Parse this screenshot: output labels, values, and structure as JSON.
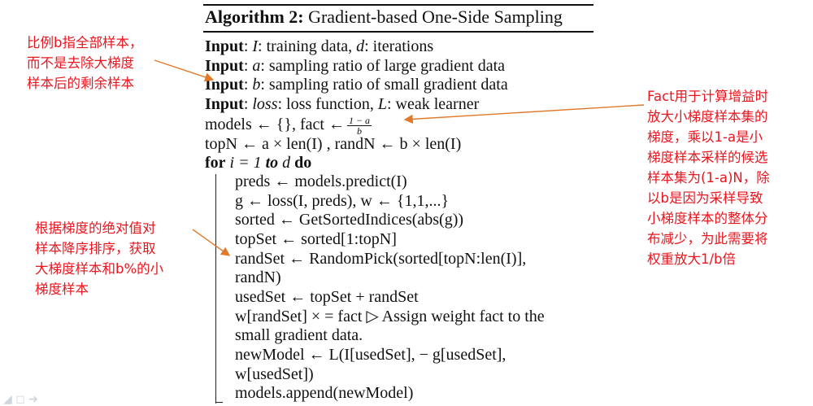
{
  "algorithm": {
    "title_prefix": "Algorithm 2:",
    "title_text": "Gradient-based One-Side Sampling",
    "inputs": [
      {
        "kw": "Input",
        "a": ": ",
        "v1": "I",
        "b": ": training data, ",
        "v2": "d",
        "c": ": iterations"
      },
      {
        "kw": "Input",
        "a": ": ",
        "v1": "a",
        "b": ": sampling ratio of large gradient data",
        "v2": "",
        "c": ""
      },
      {
        "kw": "Input",
        "a": ": ",
        "v1": "b",
        "b": ": sampling ratio of small gradient data",
        "v2": "",
        "c": ""
      },
      {
        "kw": "Input",
        "a": ": ",
        "v1": "loss",
        "b": ": loss function, ",
        "v2": "L",
        "c": ": weak learner"
      }
    ],
    "models_init": "models ← {}, fact ←",
    "fact_num": "1 − a",
    "fact_den": "b",
    "topn_line": "topN ← a × len(I) , randN ← b × len(I)",
    "for_kw": "for",
    "for_mid": " i = 1 ",
    "to_kw": "to",
    "for_d": " d ",
    "do_kw": "do",
    "body": [
      "preds ← models.predict(I)",
      "g ← loss(I, preds), w ← {1,1,...}",
      "sorted ← GetSortedIndices(abs(g))",
      "topSet ← sorted[1:topN]",
      "randSet ← RandomPick(sorted[topN:len(I)],",
      "randN)",
      "usedSet ← topSet + randSet",
      "w[randSet] × = fact ▷ Assign weight fact to the",
      "small gradient data.",
      "newModel ← L(I[usedSet], − g[usedSet],",
      "w[usedSet])",
      "models.append(newModel)"
    ]
  },
  "notes": {
    "note1": [
      "比例b指全部样本，",
      "而不是去除大梯度",
      "样本后的剩余样本"
    ],
    "note2": [
      "Fact用于计算增益时",
      "放大小梯度样本集的",
      "梯度，乘以1-a是小",
      "梯度样本采样的候选",
      "样本集为(1-a)N，除",
      "以b是因为采样导致",
      "小梯度样本的整体分",
      "布减少，为此需要将",
      "权重放大1/b倍"
    ],
    "note3": [
      "根据梯度的绝对值对",
      "样本降序排序，获取",
      "大梯度样本和b%的小",
      "梯度样本"
    ]
  },
  "colors": {
    "annotation": "#e8161f",
    "text": "#111111"
  }
}
